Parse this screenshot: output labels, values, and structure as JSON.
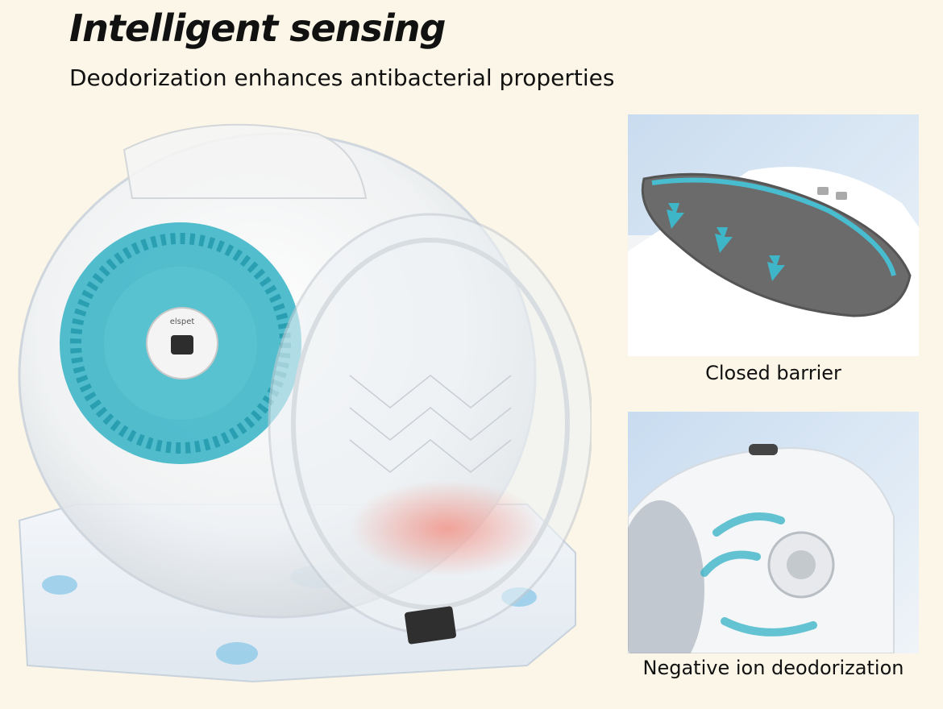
{
  "header": {
    "title": "Intelligent sensing",
    "subtitle": "Deodorization enhances antibacterial properties"
  },
  "hero": {
    "device_label": "elspet"
  },
  "features": [
    {
      "caption": "Closed barrier",
      "image": "closed-barrier-photo"
    },
    {
      "caption": "Negative ion deodorization",
      "image": "negative-ion-photo"
    }
  ],
  "colors": {
    "background": "#fbf6e7",
    "accent_teal": "#3fb6c8",
    "warm_glow": "#f48a7c"
  }
}
